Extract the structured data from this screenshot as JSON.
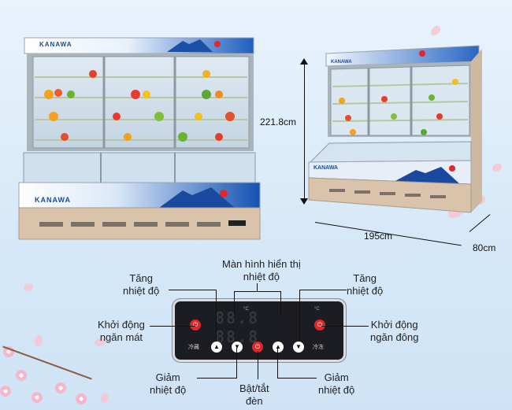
{
  "brand": "KANAWA",
  "dimensions": {
    "height": "221.8cm",
    "width": "195cm",
    "depth": "80cm"
  },
  "panel": {
    "display_text": "88.8 88.8",
    "unit_left": "°C",
    "unit_right": "°C",
    "label_left_cn": "冷藏",
    "label_right_cn": "冷冻"
  },
  "callouts": {
    "display": "Màn hình hiển thị\nnhiệt độ",
    "increase_left": "Tăng\nnhiệt độ",
    "increase_right": "Tăng\nnhiệt độ",
    "start_cool": "Khởi động\nngăn mát",
    "start_freeze": "Khởi động\nngăn đông",
    "decrease_left": "Giảm\nnhiệt độ",
    "decrease_right": "Giảm\nnhiệt độ",
    "light": "Bật/tắt\nđèn"
  },
  "icons": {
    "power": "power-icon",
    "up": "arrow-up-icon",
    "down": "arrow-down-icon"
  }
}
